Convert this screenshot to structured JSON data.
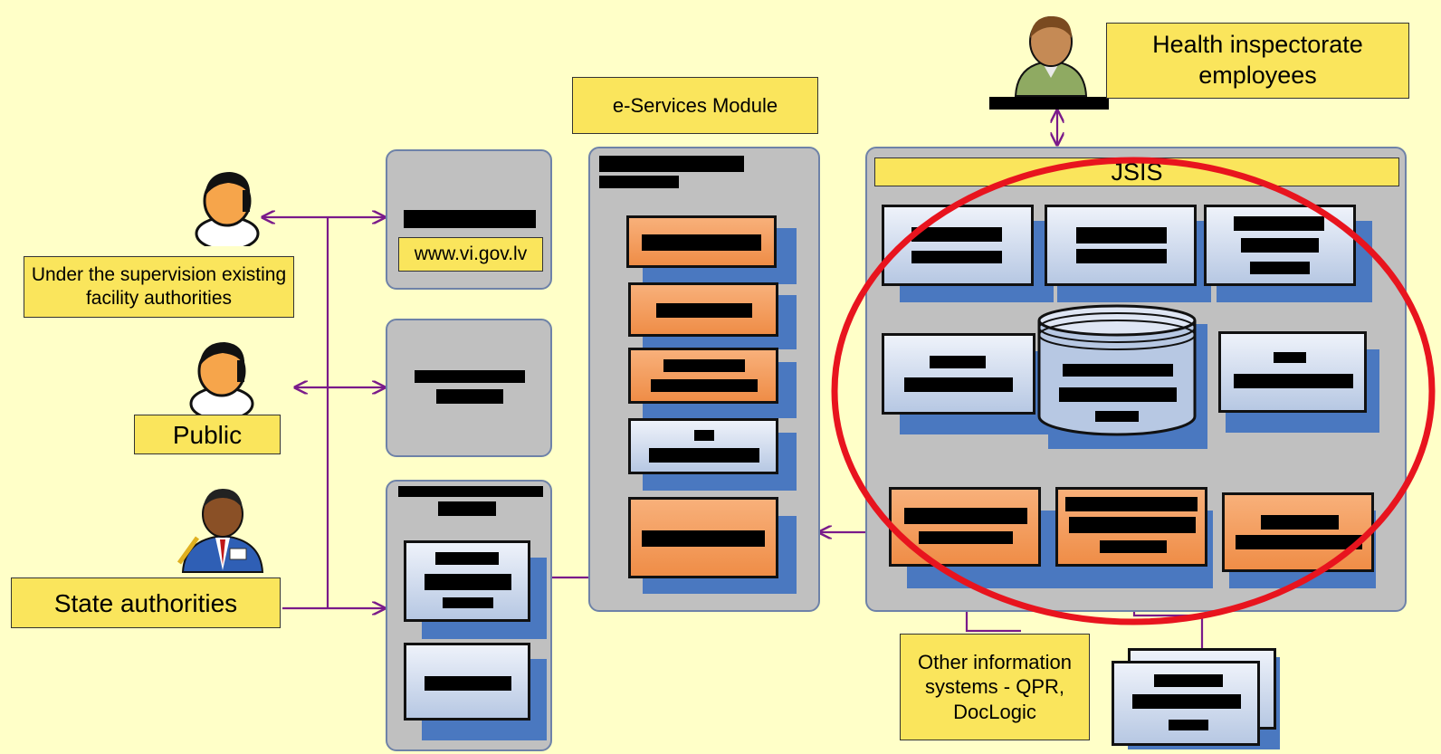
{
  "labels": {
    "health_inspectorate": "Health inspectorate employees",
    "eservices_module": "e-Services Module",
    "jsis": "JSIS",
    "vi_website": "www.vi.gov.lv",
    "supervised_facilities": "Under the supervision existing facility authorities",
    "public": "Public",
    "state_authorities": "State authorities",
    "other_systems": "Other information systems  - QPR, DocLogic"
  },
  "colors": {
    "background": "#ffffc8",
    "label_fill": "#fae55c",
    "panel": "#c0c0c0",
    "module_blue": "#b7c8e3",
    "module_orange": "#ef8d47",
    "shadow": "#4a78c0",
    "arrow": "#7a1a8a",
    "highlight_ellipse": "#e8141e"
  },
  "icons": [
    "person-icon-female",
    "person-icon-female",
    "person-icon-official",
    "person-icon-employee"
  ]
}
